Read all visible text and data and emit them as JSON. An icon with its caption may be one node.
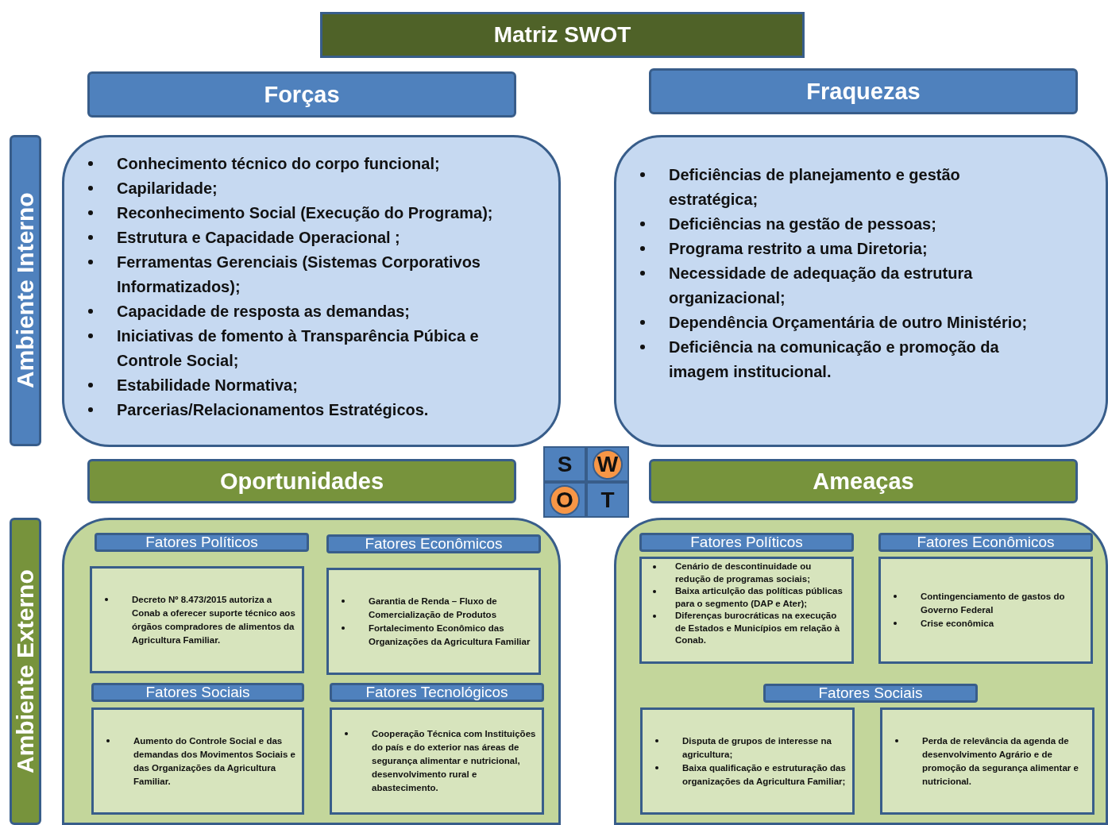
{
  "diagram": {
    "nodes": [
      {
        "text": [
          "Matriz SWOT"
        ]
      },
      {
        "text": [
          "Forças"
        ]
      },
      {
        "text": [
          "Fraquezas"
        ]
      },
      {
        "text": [
          "Ambiente Interno"
        ]
      },
      {
        "text": [
          "Conhecimento técnico do corpo funcional;",
          "Capilaridade;",
          "Reconhecimento Social (Execução do Programa);",
          "Estrutura e Capacidade Operacional ;",
          "Ferramentas Gerenciais (Sistemas Corporativos Informatizados);",
          "Capacidade de resposta as demandas;",
          "Iniciativas de fomento à Transparência Púbica e Controle Social;",
          "Estabilidade Normativa;",
          "Parcerias/Relacionamentos Estratégicos."
        ]
      },
      {
        "text": [
          "Deficiências de planejamento e gestão estratégica;",
          "Deficiências na gestão de pessoas;",
          "Programa restrito a uma Diretoria;",
          "Necessidade de adequação da estrutura organizacional;",
          "Dependência Orçamentária de outro Ministério;",
          "Deficiência na comunicação e promoção da imagem institucional."
        ]
      },
      {
        "text": [
          "Oportunidades"
        ]
      },
      {
        "text": [
          "Ameaças"
        ]
      },
      {
        "text": [
          "S"
        ]
      },
      {
        "text": [
          "W"
        ]
      },
      {
        "text": [
          "O"
        ]
      },
      {
        "text": [
          "T"
        ]
      },
      {
        "text": [
          "Ambiente Externo"
        ]
      },
      {
        "text": [],
        "shape": "box"
      },
      {
        "text": [
          "Fatores Políticos"
        ],
        "in": 13
      },
      {
        "text": [
          "Decreto Nº 8.473/2015 autoriza a Conab a oferecer suporte técnico aos órgãos compradores de alimentos da Agricultura Familiar."
        ],
        "in": 13
      },
      {
        "text": [
          "Fatores Econômicos"
        ],
        "in": 13
      },
      {
        "text": [
          "Garantia de Renda – Fluxo de Comercialização de Produtos",
          "Fortalecimento Econômico das Organizações da Agricultura Familiar"
        ],
        "in": 13
      },
      {
        "text": [
          "Fatores Sociais"
        ],
        "in": 13
      },
      {
        "text": [
          "Aumento do Controle Social e das demandas dos Movimentos Sociais e das Organizações da Agricultura Familiar."
        ],
        "in": 13
      },
      {
        "text": [
          "Fatores Tecnológicos"
        ],
        "in": 13
      },
      {
        "text": [
          "Cooperação Técnica com Instituições do país e do exterior nas áreas de segurança alimentar e nutricional, desenvolvimento rural e abastecimento."
        ],
        "in": 13
      },
      {
        "text": [],
        "shape": "box"
      },
      {
        "text": [
          "Fatores Políticos"
        ],
        "in": 22
      },
      {
        "text": [
          "Cenário de descontinuidade ou redução de programas sociais;",
          "Baixa articulção das políticas públicas para o segmento (DAP e Ater);",
          "Diferenças burocráticas na execução de Estados e Municípios em relação à Conab."
        ],
        "in": 22
      },
      {
        "text": [
          "Fatores Econômicos"
        ],
        "in": 22
      },
      {
        "text": [
          "Contingenciamento de gastos do Governo Federal",
          "Crise econômica"
        ],
        "in": 22
      },
      {
        "text": [
          "Fatores Sociais"
        ],
        "in": 22
      },
      {
        "text": [
          "Disputa de grupos de interesse na agricultura;",
          "Baixa qualificação e estruturação das organizações da Agricultura Familiar;"
        ],
        "in": 22
      },
      {
        "text": [
          "Perda de relevância da agenda de desenvolvimento Agrário e de promoção da segurança alimentar e nutricional."
        ],
        "in": 22
      }
    ]
  }
}
